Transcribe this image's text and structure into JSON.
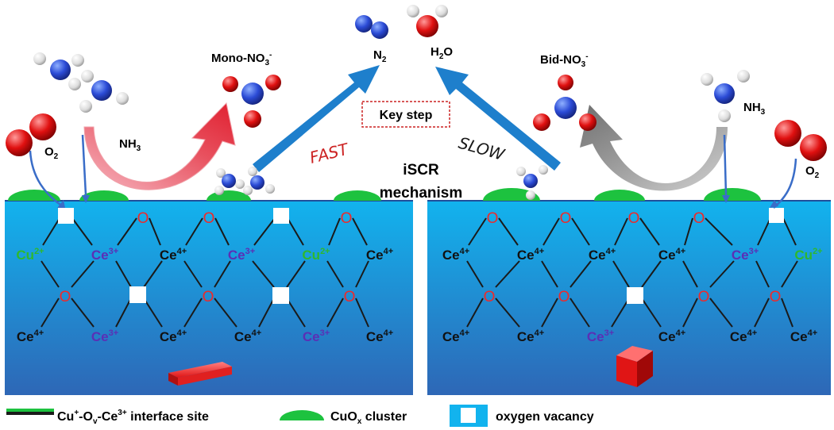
{
  "molecules": {
    "n2": {
      "label": "N",
      "sub": "2"
    },
    "h2o": {
      "label": "H",
      "sub": "2",
      "label2": "O"
    },
    "mono": {
      "label": "Mono-NO",
      "sub": "3",
      "sup": "-"
    },
    "bid": {
      "label": "Bid-NO",
      "sub": "3",
      "sup": "-"
    },
    "nh3_left": {
      "label": "NH",
      "sub": "3"
    },
    "nh3_right": {
      "label": "NH",
      "sub": "3"
    },
    "o2_left": {
      "label": "O",
      "sub": "2"
    },
    "o2_right": {
      "label": "O",
      "sub": "2"
    }
  },
  "center": {
    "key_step": "Key step",
    "fast": "FAST",
    "slow": "SLOW",
    "iscr": "iSCR",
    "mechanism": "mechanism"
  },
  "lattice_labels": {
    "cu": {
      "base": "Cu",
      "sup": "2+"
    },
    "ce3": {
      "base": "Ce",
      "sup": "3+"
    },
    "ce4": {
      "base": "Ce",
      "sup": "4+"
    },
    "o": "O"
  },
  "legend": {
    "interface_a": "Cu",
    "interface_a_sup": "+",
    "interface_b": "-O",
    "interface_b_sub": "v",
    "interface_c": "-Ce",
    "interface_c_sup": "3+",
    "interface_d": " interface site",
    "cluster_a": "CuO",
    "cluster_sub": "x",
    "cluster_b": " cluster",
    "vacancy": "oxygen vacancy"
  },
  "colors": {
    "crystal_top": "#12b3ee",
    "crystal_bottom": "#2e67b6",
    "cluster_green": "#1dc23f",
    "cu_green": "#2eb82e",
    "ce3_purple": "#5b2fb5",
    "o_red": "#ee2a2a",
    "arrow_blue": "#1e7fcc",
    "key_step_red": "#cc2222"
  }
}
